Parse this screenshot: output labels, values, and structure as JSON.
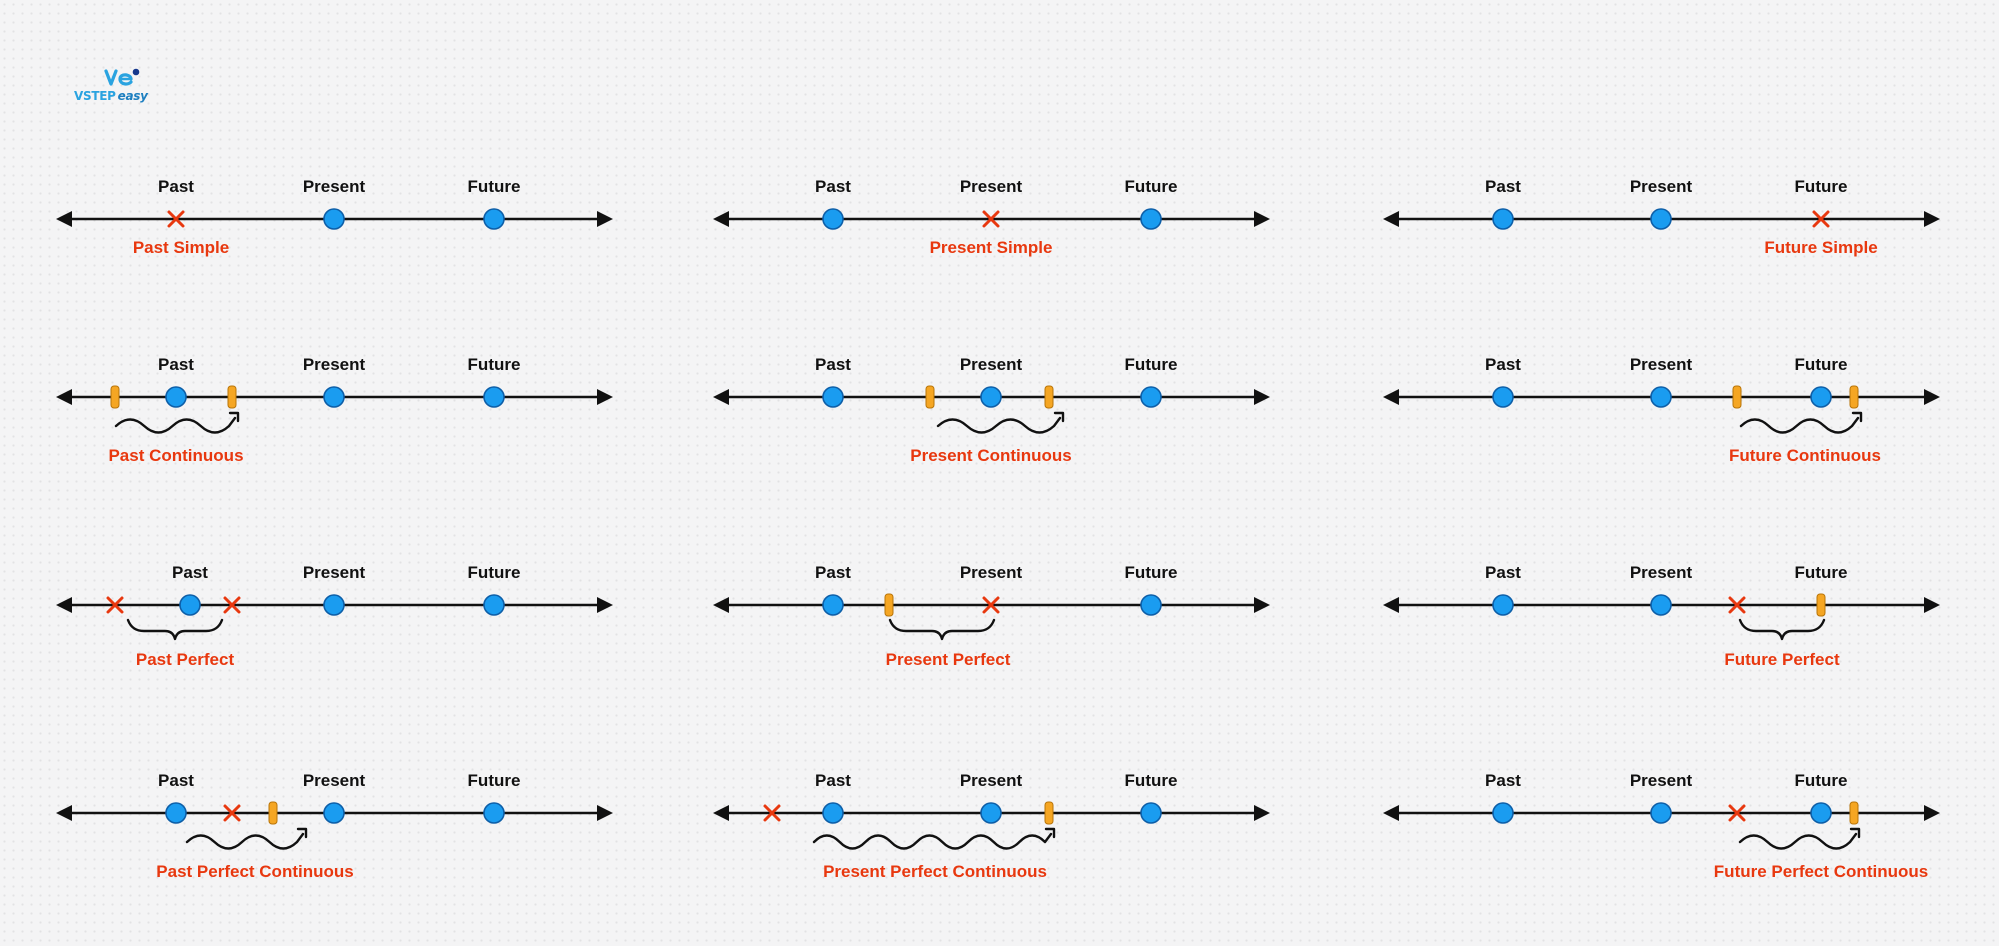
{
  "logo": {
    "brand": "VSTEP",
    "suffix": "easy"
  },
  "colors": {
    "point": "#1a9cf0",
    "pointStroke": "#0e5fa8",
    "cross": "#e8380f",
    "tick": "#f5a623",
    "tenseLabel": "#e8380f",
    "line": "#111111"
  },
  "axis_labels": {
    "past": "Past",
    "present": "Present",
    "future": "Future"
  },
  "diagrams": [
    {
      "tense": "Past Simple",
      "points": [
        "present",
        "future"
      ],
      "crosses": [
        "past"
      ],
      "ticks": [],
      "mark": null
    },
    {
      "tense": "Present Simple",
      "points": [
        "past",
        "future"
      ],
      "crosses": [
        "present"
      ],
      "ticks": [],
      "mark": null
    },
    {
      "tense": "Future Simple",
      "points": [
        "past",
        "present"
      ],
      "crosses": [
        "future"
      ],
      "ticks": [],
      "mark": null
    },
    {
      "tense": "Past Continuous",
      "points": [
        "past",
        "present",
        "future"
      ],
      "crosses": [],
      "ticks": [
        "before-past",
        "after-past"
      ],
      "mark": "wave"
    },
    {
      "tense": "Present Continuous",
      "points": [
        "past",
        "present",
        "future"
      ],
      "crosses": [],
      "ticks": [
        "before-present",
        "after-present"
      ],
      "mark": "wave"
    },
    {
      "tense": "Future Continuous",
      "points": [
        "past",
        "present",
        "future"
      ],
      "crosses": [],
      "ticks": [
        "before-future",
        "after-future"
      ],
      "mark": "wave"
    },
    {
      "tense": "Past Perfect",
      "points": [
        "past",
        "present",
        "future"
      ],
      "crosses": [
        "before-past",
        "after-past"
      ],
      "ticks": [],
      "mark": "brace"
    },
    {
      "tense": "Present Perfect",
      "points": [
        "past",
        "future"
      ],
      "crosses": [
        "present"
      ],
      "ticks": [
        "after-past"
      ],
      "mark": "brace"
    },
    {
      "tense": "Future Perfect",
      "points": [
        "past",
        "present"
      ],
      "crosses": [
        "before-future"
      ],
      "ticks": [
        "future"
      ],
      "mark": "brace"
    },
    {
      "tense": "Past Perfect Continuous",
      "points": [
        "past",
        "present",
        "future"
      ],
      "crosses": [
        "after-past"
      ],
      "ticks": [
        "before-present"
      ],
      "mark": "wave"
    },
    {
      "tense": "Present Perfect Continuous",
      "points": [
        "past",
        "present",
        "future"
      ],
      "crosses": [
        "before-past"
      ],
      "ticks": [
        "after-present"
      ],
      "mark": "wave"
    },
    {
      "tense": "Future Perfect Continuous",
      "points": [
        "past",
        "present",
        "future"
      ],
      "crosses": [
        "before-future"
      ],
      "ticks": [
        "after-future"
      ],
      "mark": "wave"
    }
  ]
}
